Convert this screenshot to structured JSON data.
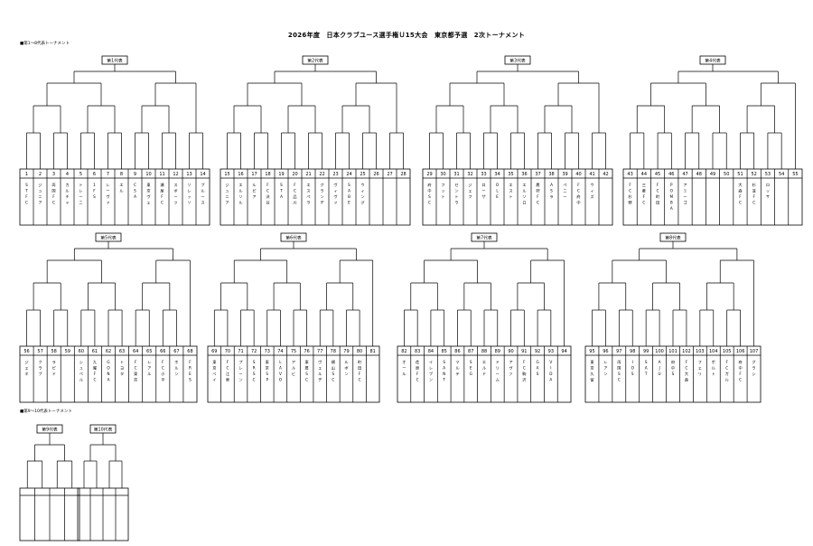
{
  "title": "2026年度　日本クラブユース選手権Ｕ15大会　東京都予選　2次トーナメント",
  "section1_label": "■第1～8代表トーナメント",
  "section2_label": "■第9～10代表トーナメント",
  "brackets": [
    {
      "label": "第1代表",
      "teams": [
        "S T F C",
        "ジ ュ ニ ア",
        "両 国 F C",
        "カ ル チ ャ",
        "ト レ ー ニ",
        "1 F S",
        "レ ー ヴ ァ",
        "エ ル",
        "C S A",
        "東 京 ヴ ェ",
        "瀬 尾 F C",
        "ス ポ ー ツ",
        "ソ レ ッ ソ",
        "ブ ル ー ス"
      ]
    },
    {
      "label": "第2代表",
      "teams": [
        "ジ ュ ニ ア",
        "エ ル ソ ル",
        "ル ピ ア",
        "F C 渋 谷",
        "S T A",
        "F C 品 川",
        "エ ス ペ ラ",
        "グ ラ ン デ",
        "ヴ ィ ヴ ァ",
        "S A B E",
        "ウ ィ ン グ"
      ]
    },
    {
      "label": "第3代表",
      "teams": [
        "府 中 S C",
        "フ ッ ト",
        "セ ン ト ラ",
        "ジ ェ フ",
        "ロ ー ザ",
        "O L E",
        "エ ス ト",
        "エ ル ソ ロ",
        "鷹 狩 F C",
        "A S ラ",
        "ペ ニ ー",
        "F C 府 中",
        "ウ ィ ズ"
      ]
    },
    {
      "label": "第4代表",
      "teams": [
        "F C 杉 野",
        "三 菱 F C",
        "F C 町 田",
        "P O M B A",
        "ア ミ ー ゴ",
        "",
        "",
        "",
        "大 森 F C",
        "杉 並 F C",
        "ロ ッ サ"
      ]
    },
    {
      "label": "第5代表",
      "teams": [
        "ジ ェ ネ",
        "ク ラ ブ",
        "ラ ピ ド",
        "",
        "シ ュ ペ ル",
        "九 曜 F C",
        "G O N A",
        "ト ヨ タ",
        "F C 東 京",
        "レ ア ル",
        "F C 小 平",
        "ホ ル ン",
        "F R E S"
      ]
    },
    {
      "label": "第6代表",
      "teams": [
        "東 京 ベ イ",
        "F C 江 東",
        "プ レ ー ン",
        "S R S C",
        "東 京 S P",
        "L A V O",
        "ア ル ビ",
        "東 葛 S C",
        "ヴ ェ ル デ",
        "横 山 S C",
        "ル ボ ン",
        "町 田 F C"
      ]
    },
    {
      "label": "第7代表",
      "teams": [
        "オ ー ル",
        "荏 原 F C",
        "イ レ ブ ン",
        "S A N T",
        "マ ル テ",
        "S E G",
        "エ ル ド",
        "ド リ ー ム",
        "ア ヴ ァ",
        "F C 駒 沢",
        "G A S",
        "V I D A"
      ]
    },
    {
      "label": "第8代表",
      "teams": [
        "東 京 久 留",
        "レ ア ン",
        "両 国 S C",
        "I O S",
        "S A T",
        "A J U",
        "府 中 S",
        "F C 大 森",
        "フ ェ リ",
        "ポ ル ト",
        "F C ガ ル",
        "府 中 F C",
        "グ ラ シ"
      ]
    }
  ],
  "bottom": [
    {
      "label": "第9代表"
    },
    {
      "label": "第10代表"
    }
  ]
}
